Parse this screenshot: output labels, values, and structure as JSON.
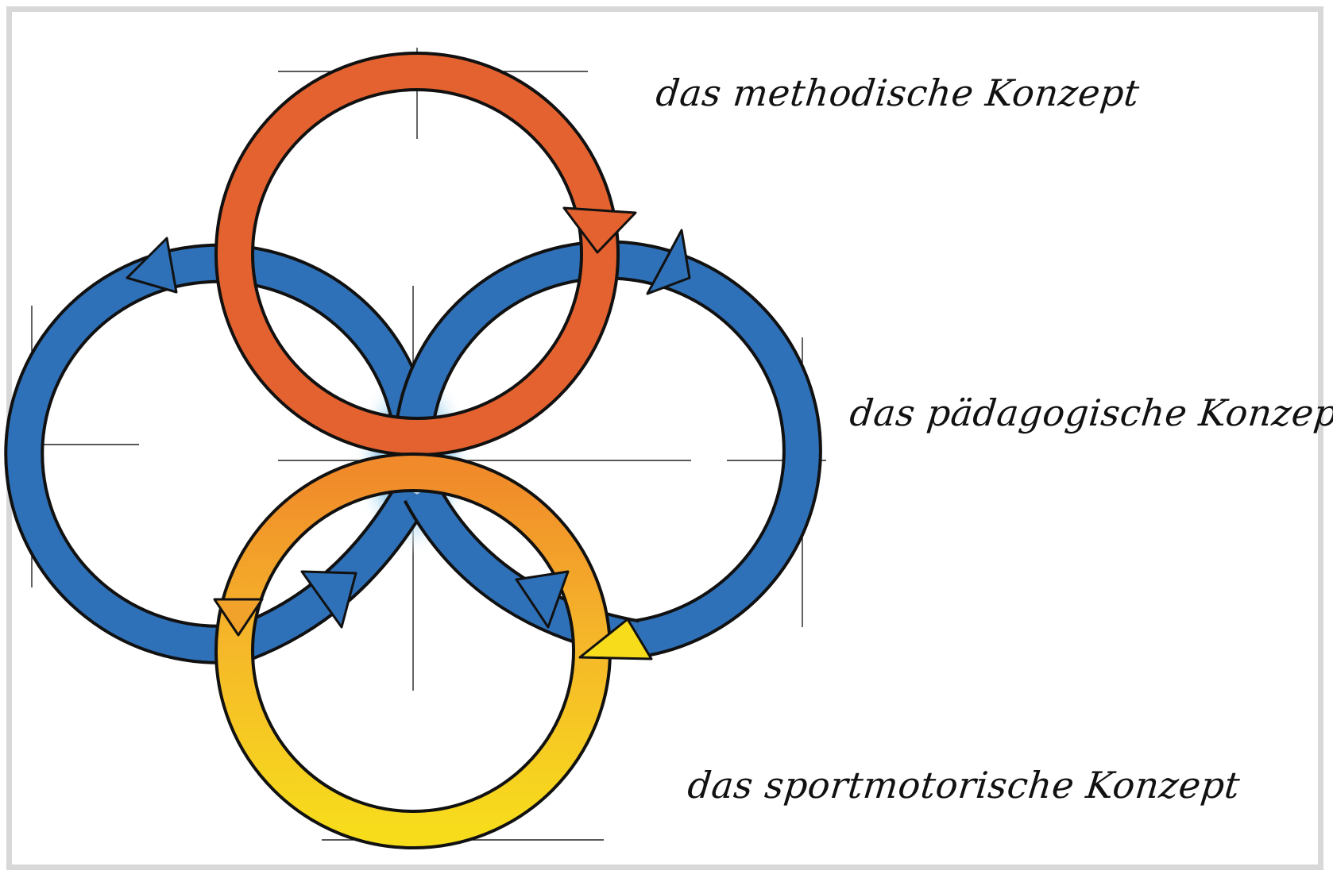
{
  "labels": {
    "methodisch": "das methodische Konzept",
    "paedagogisch": "das pädagogische Konzept",
    "sportmotorisch": "das sportmotorische Konzept"
  },
  "colors": {
    "orange_ring": "#e4622f",
    "blue_ring": "#2f71b8",
    "yellow_ring": "#f5d21a",
    "outline": "#111111",
    "guide_lines": "#222222",
    "frame": "#d8d8d8"
  },
  "icons": [
    "arrow-head-icon"
  ]
}
